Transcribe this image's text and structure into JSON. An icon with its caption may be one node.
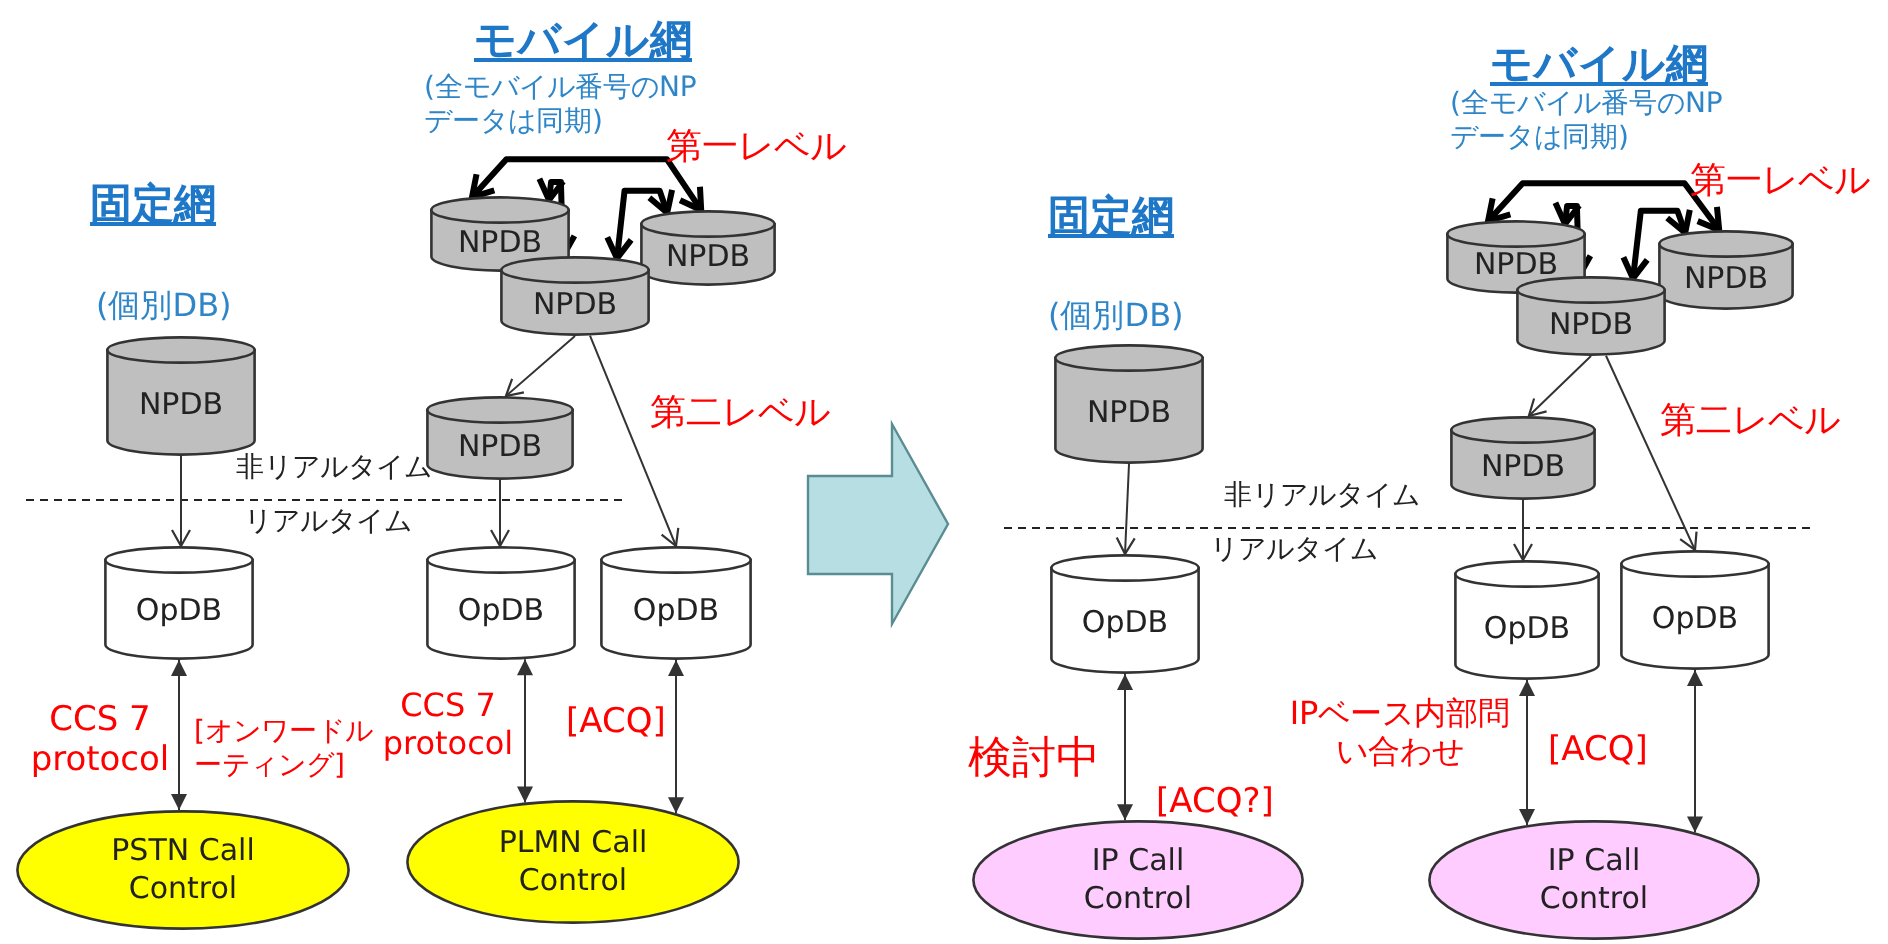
{
  "diagram": {
    "nodes": [
      {
        "text": [
          "NPDB"
        ],
        "beside": [
          "(個別DB)"
        ]
      },
      {
        "text": [
          "OpDB"
        ]
      },
      {
        "text": [
          "PSTN Call Control"
        ]
      },
      {
        "text": [
          "NPDB"
        ]
      },
      {
        "text": [
          "NPDB"
        ]
      },
      {
        "text": [
          "NPDB"
        ]
      },
      {
        "text": [
          "NPDB"
        ]
      },
      {
        "text": [
          "OpDB"
        ]
      },
      {
        "text": [
          "OpDB"
        ]
      },
      {
        "text": [
          "PLMN Call Control"
        ]
      },
      {
        "text": [
          "NPDB"
        ],
        "beside": [
          "(個別DB)"
        ]
      },
      {
        "text": [
          "OpDB"
        ]
      },
      {
        "text": [
          "IP Call Control"
        ]
      },
      {
        "text": [
          "NPDB"
        ]
      },
      {
        "text": [
          "NPDB"
        ]
      },
      {
        "text": [
          "NPDB"
        ]
      },
      {
        "text": [
          "NPDB"
        ]
      },
      {
        "text": [
          "OpDB"
        ]
      },
      {
        "text": [
          "OpDB"
        ]
      },
      {
        "text": [
          "IP Call Control"
        ]
      }
    ],
    "edges": [
      {
        "from": 0,
        "to": 1,
        "arrow": "to"
      },
      {
        "from": 1,
        "to": 2,
        "arrow": "both"
      },
      {
        "from": 3,
        "to": 4,
        "arrow": "both",
        "style": "thick"
      },
      {
        "from": 3,
        "to": 5,
        "arrow": "both",
        "style": "thick"
      },
      {
        "from": 4,
        "to": 5,
        "arrow": "both",
        "style": "thick"
      },
      {
        "from": 5,
        "to": 6,
        "arrow": "to"
      },
      {
        "from": 5,
        "to": 8,
        "arrow": "to"
      },
      {
        "from": 6,
        "to": 7,
        "arrow": "to"
      },
      {
        "from": 7,
        "to": 9,
        "arrow": "both"
      },
      {
        "from": 8,
        "to": 9,
        "arrow": "both"
      },
      {
        "from": 10,
        "to": 11,
        "arrow": "to"
      },
      {
        "from": 11,
        "to": 12,
        "arrow": "both"
      },
      {
        "from": 13,
        "to": 14,
        "arrow": "both",
        "style": "thick"
      },
      {
        "from": 13,
        "to": 15,
        "arrow": "both",
        "style": "thick"
      },
      {
        "from": 14,
        "to": 15,
        "arrow": "both",
        "style": "thick"
      },
      {
        "from": 15,
        "to": 16,
        "arrow": "to"
      },
      {
        "from": 15,
        "to": 18,
        "arrow": "to"
      },
      {
        "from": 16,
        "to": 17,
        "arrow": "to"
      },
      {
        "from": 17,
        "to": 19,
        "arrow": "both"
      },
      {
        "from": 18,
        "to": 19,
        "arrow": "both"
      }
    ],
    "labels": [
      "モバイル網",
      "(全モバイル番号のNP データは同期)",
      "第一レベル",
      "固定網",
      "第二レベル",
      "非リアルタイム",
      "リアルタイム",
      "CCS 7 protocol",
      "[オンワードルーティング]",
      "CCS 7 protocol",
      "[ACQ]",
      "モバイル網",
      "(全モバイル番号のNP データは同期)",
      "第一レベル",
      "固定網",
      "第二レベル",
      "非リアルタイム",
      "リアルタイム",
      "検討中",
      "[ACQ?]",
      "IPベース内部問い合わせ",
      "[ACQ]"
    ]
  }
}
